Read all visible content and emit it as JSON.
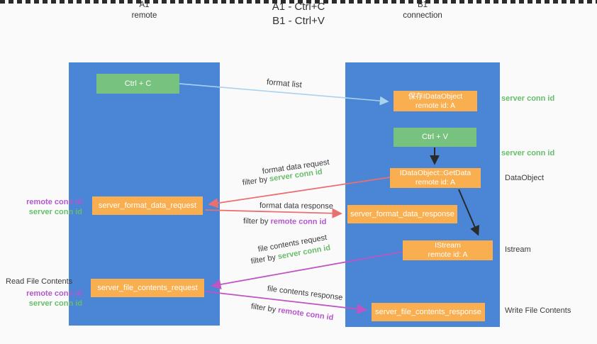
{
  "title": {
    "line1": "A1 - Ctrl+C",
    "line2": "B1 - Ctrl+V"
  },
  "lanes": {
    "left": {
      "name": "A1",
      "role": "remote"
    },
    "right": {
      "name": "B1",
      "role": "connection"
    }
  },
  "nodes": {
    "ctrl_c": {
      "label": "Ctrl + C"
    },
    "save_idataobject": {
      "line1": "保存IDataObject",
      "line2": "remote id: A"
    },
    "ctrl_v": {
      "label": "Ctrl + V"
    },
    "idataobject_getdata": {
      "line1": "IDataObject::GetData",
      "line2": "remote id: A"
    },
    "server_format_data_request": {
      "label": "server_format_data_request"
    },
    "server_format_data_response": {
      "label": "server_format_data_response"
    },
    "istream": {
      "line1": "IStream",
      "line2": "remote id: A"
    },
    "server_file_contents_request": {
      "label": "server_file_contents_request"
    },
    "server_file_contents_response": {
      "label": "server_file_contents_response"
    }
  },
  "edge_labels": {
    "format_list": "format list",
    "format_data_request": "format data request",
    "format_data_response": "format data response",
    "file_contents_request": "file contents request",
    "file_contents_response": "file contents response",
    "filter_by": "filter by ",
    "server_conn_id": "server conn id",
    "remote_conn_id": "remote conn id"
  },
  "side_labels": {
    "server_conn_id_top": "server conn id",
    "server_conn_id_mid": "server conn id",
    "dataobject": "DataObject",
    "istream": "Istream",
    "write_file_contents": "Write File Contents",
    "read_file_contents": "Read File Contents",
    "remote_conn_id": "remote conn id",
    "server_conn_id": "server conn id"
  },
  "colors": {
    "lane_blue": "#4a85d6",
    "box_green": "#76c27e",
    "box_orange": "#f9ae4f",
    "text_green": "#67bd6a",
    "text_purple": "#b358cc",
    "arrow_blue": "#a9d2ef",
    "arrow_salmon": "#e97070",
    "arrow_magenta": "#bf55c3",
    "arrow_black": "#2a2a2a",
    "background": "#fafafa"
  }
}
